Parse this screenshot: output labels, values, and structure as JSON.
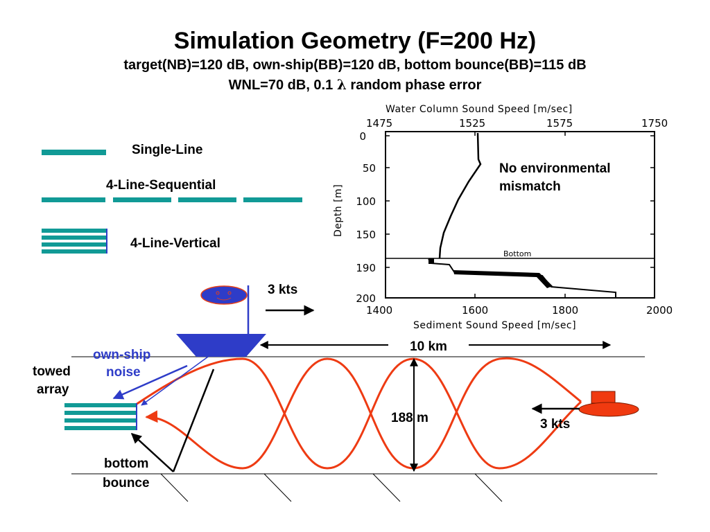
{
  "title": {
    "main": "Simulation Geometry (F=200 Hz)",
    "line2": "target(NB)=120 dB, own-ship(BB)=120 dB, bottom bounce(BB)=115 dB",
    "line3_prefix": "WNL=70 dB, 0.1",
    "line3_symbol": "λ",
    "line3_suffix": "random  phase error"
  },
  "legend": {
    "single_line": "Single-Line",
    "sequential": "4-Line-Sequential",
    "vertical": "4-Line-Vertical"
  },
  "sound_speed_plot": {
    "top_axis_title": "Water Column Sound Speed [m/sec]",
    "top_ticks": [
      "1475",
      "1525",
      "1575",
      "1750"
    ],
    "bottom_axis_title": "Sediment Sound Speed [m/sec]",
    "bottom_ticks": [
      "1400",
      "1600",
      "1800",
      "2000"
    ],
    "y_label": "Depth [m]",
    "y_ticks": [
      "0",
      "50",
      "100",
      "150",
      "190",
      "200"
    ],
    "bottom_marker": "Bottom",
    "annotation_line1": "No environmental",
    "annotation_line2": "mismatch"
  },
  "scene": {
    "ship_speed": "3 kts",
    "target_speed": "3 kts",
    "range_label": "10 km",
    "depth_label": "188 m",
    "own_ship_line1": "own-ship",
    "own_ship_line2": "noise",
    "towed_line1": "towed",
    "towed_line2": "array",
    "bottom_line1": "bottom",
    "bottom_line2": "bounce"
  },
  "colors": {
    "teal": "#119a96",
    "ship_blue": "#2e3cc8",
    "red": "#ee3b13",
    "target_red": "#f03a10"
  }
}
